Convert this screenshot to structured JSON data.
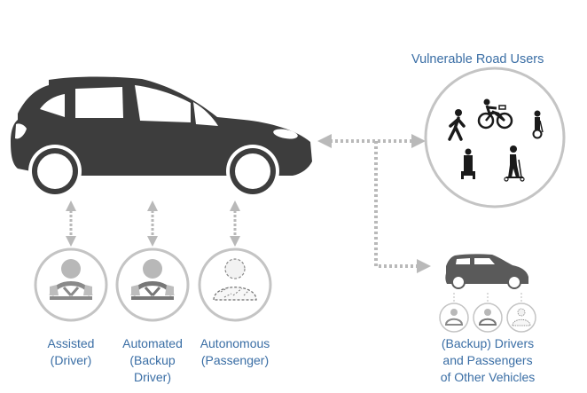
{
  "diagram": {
    "main_vehicle": {
      "icon": "suv-car-icon"
    },
    "vulnerable_road_users": {
      "title": "Vulnerable Road Users",
      "icons": [
        "pedestrian-icon",
        "cyclist-icon",
        "segway-icon",
        "hoverboard-icon",
        "kick-scooter-icon"
      ]
    },
    "occupant_modes": [
      {
        "label_lines": [
          "Assisted",
          "(Driver)"
        ],
        "icon": "driver-steering-icon"
      },
      {
        "label_lines": [
          "Automated",
          "(Backup",
          "Driver)"
        ],
        "icon": "backup-driver-steering-icon"
      },
      {
        "label_lines": [
          "Autonomous",
          "(Passenger)"
        ],
        "icon": "passenger-dashed-icon"
      }
    ],
    "other_vehicles": {
      "icon": "small-car-icon",
      "occupant_icons": [
        "driver-steering-icon",
        "backup-driver-steering-icon",
        "passenger-dashed-icon"
      ],
      "label_lines": [
        "(Backup) Drivers",
        "and Passengers",
        "of Other Vehicles"
      ]
    },
    "colors": {
      "label_text": "#3a6ea5",
      "vehicle_fill": "#3d3d3d",
      "small_vehicle_fill": "#5a5a5a",
      "connector": "#b9b9b9",
      "circle_outline": "#c4c4c4",
      "person_fill": "#b8b8b8",
      "vru_icon": "#1a1a1a"
    }
  }
}
